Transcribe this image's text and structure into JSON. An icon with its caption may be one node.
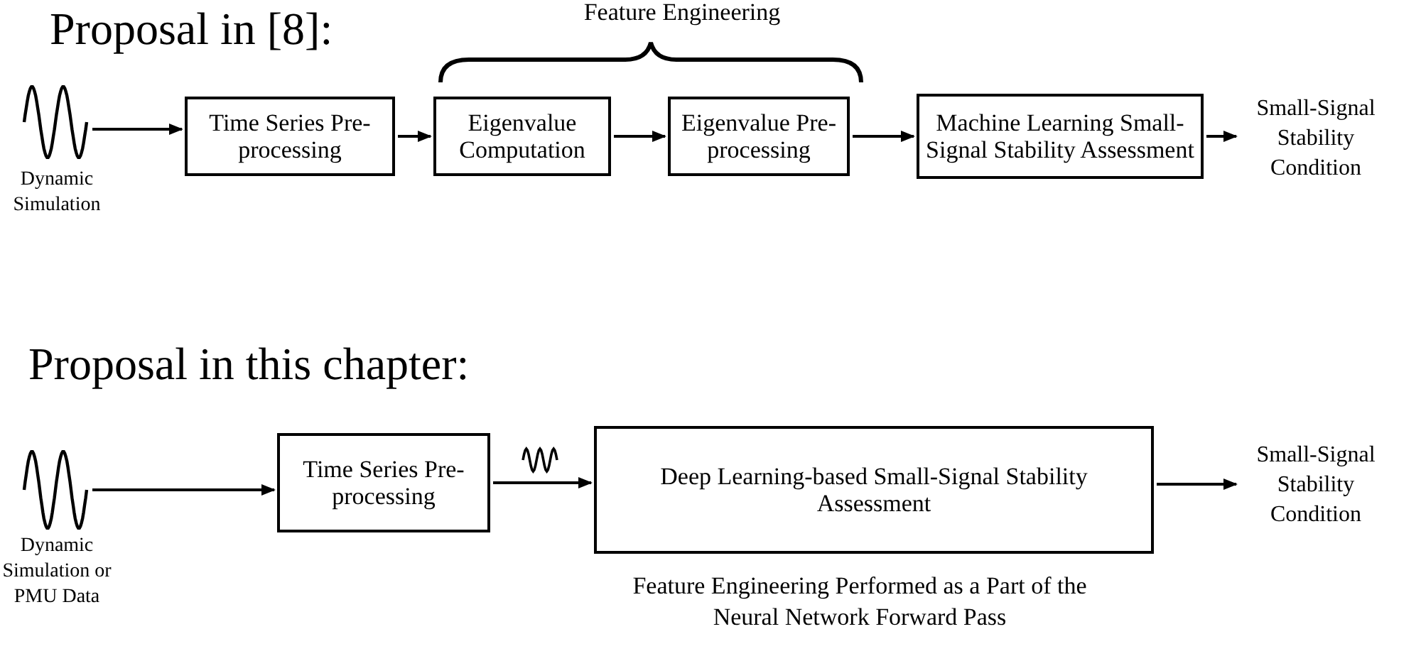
{
  "diagram": {
    "nodes": [
      {
        "text": [],
        "shape": "picture",
        "beside": [
          "Dynamic Simulation"
        ]
      },
      {
        "text": [
          "Time Series Pre-processing"
        ]
      },
      {
        "text": [
          "Eigenvalue Computation"
        ]
      },
      {
        "text": [
          "Eigenvalue Pre-processing"
        ]
      },
      {
        "text": [
          "Machine Learning Small-Signal Stability Assessment"
        ]
      },
      {
        "text": [
          "Small-Signal Stability Condition"
        ]
      },
      {
        "text": [],
        "shape": "picture",
        "beside": [
          "Dynamic Simulation or PMU Data"
        ]
      },
      {
        "text": [
          "Time Series Pre-processing"
        ]
      },
      {
        "text": [
          "Deep Learning-based Small-Signal Stability Assessment"
        ],
        "beside": [
          "Feature Engineering Performed as a Part of the Neural Network Forward Pass"
        ]
      },
      {
        "text": [
          "Small-Signal Stability Condition"
        ]
      }
    ],
    "edges": [
      {
        "from": 0,
        "to": 1,
        "arrow": "to"
      },
      {
        "from": 1,
        "to": 2,
        "arrow": "to"
      },
      {
        "from": 2,
        "to": 3,
        "arrow": "to"
      },
      {
        "from": 3,
        "to": 4,
        "arrow": "to"
      },
      {
        "from": 4,
        "to": 5,
        "arrow": "to"
      },
      {
        "from": 6,
        "to": 7,
        "arrow": "to"
      },
      {
        "from": 7,
        "to": 8,
        "arrow": "to"
      },
      {
        "from": 8,
        "to": 9,
        "arrow": "to"
      }
    ],
    "labels": [
      "Proposal in [8]:",
      "Feature Engineering",
      "Proposal in this chapter:"
    ]
  }
}
